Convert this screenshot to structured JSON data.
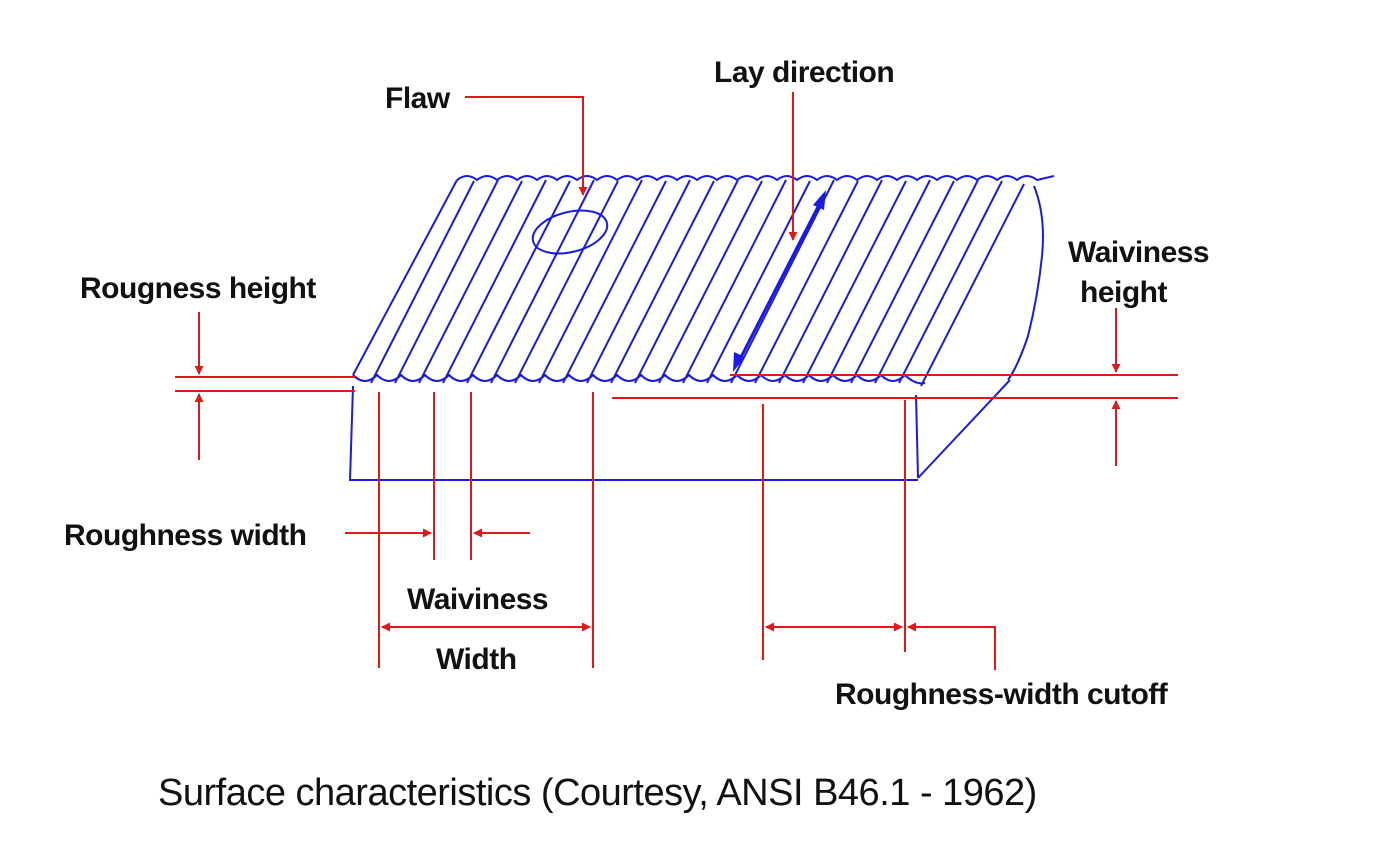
{
  "labels": {
    "flaw": "Flaw",
    "lay_direction": "Lay direction",
    "roughness_height": "Rougness height",
    "waviness_height_line1": "Waiviness",
    "waviness_height_line2": "height",
    "roughness_width": "Roughness width",
    "waviness_width_line1": "Waiviness",
    "waviness_width_line2": "Width",
    "roughness_width_cutoff": "Roughness-width cutoff"
  },
  "caption": "Surface characteristics (Courtesy, ANSI B46.1 - 1962)",
  "colors": {
    "surface": "#1a1ae6",
    "dimension": "#e01818",
    "text": "#111111"
  }
}
